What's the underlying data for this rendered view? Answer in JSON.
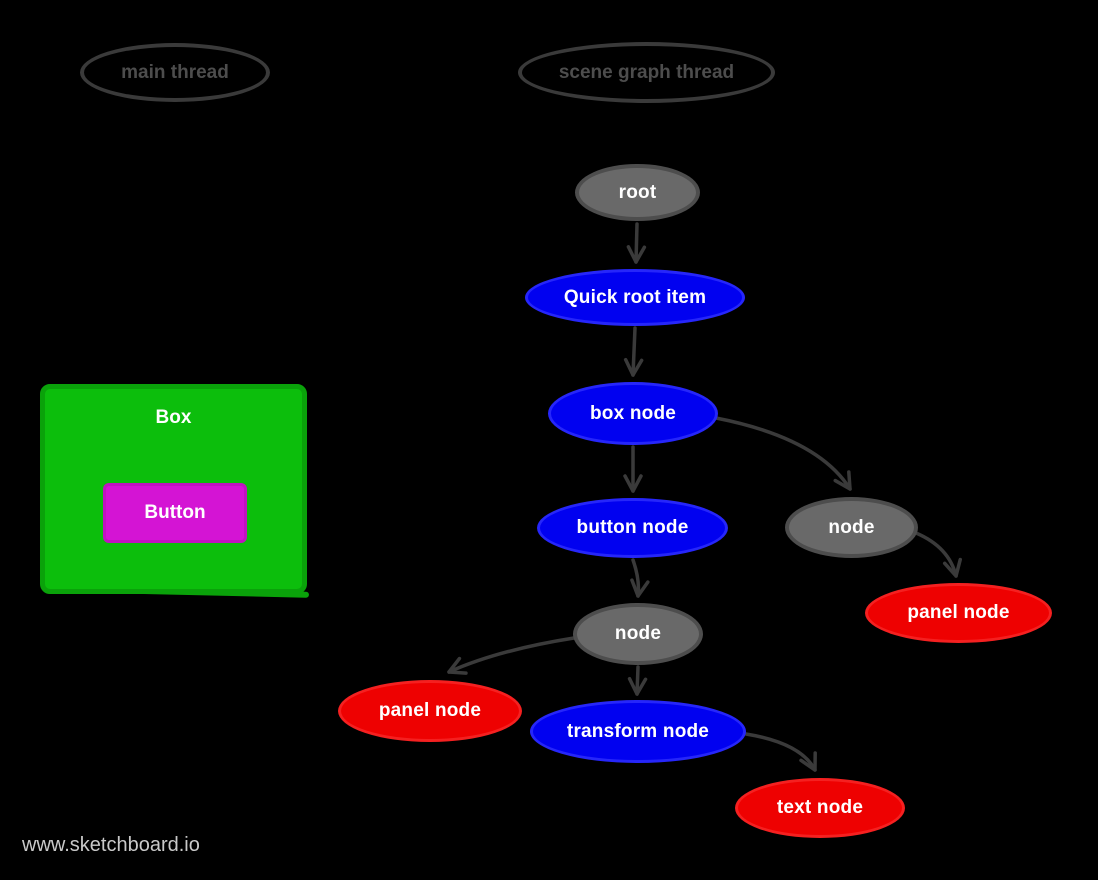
{
  "canvas": {
    "background": "#000000",
    "watermark": "www.sketchboard.io"
  },
  "threads": {
    "main": {
      "label": "main thread"
    },
    "scene_graph": {
      "label": "scene graph thread"
    }
  },
  "ui_preview": {
    "box": {
      "label": "Box",
      "fill": "#0cbe0c",
      "border": "#0aa20a"
    },
    "button": {
      "label": "Button",
      "fill": "#d414d4",
      "border": "#c013c0"
    }
  },
  "graph": {
    "edge_color": "#3a3a3a",
    "nodes": [
      {
        "id": "root",
        "label": "root",
        "color": "gray",
        "fill": "#696969"
      },
      {
        "id": "quick-root-item",
        "label": "Quick root item",
        "color": "blue",
        "fill": "#0101f0"
      },
      {
        "id": "box-node",
        "label": "box node",
        "color": "blue",
        "fill": "#0101f0"
      },
      {
        "id": "button-node",
        "label": "button node",
        "color": "blue",
        "fill": "#0101f0"
      },
      {
        "id": "node-mid",
        "label": "node",
        "color": "gray",
        "fill": "#696969"
      },
      {
        "id": "panel-node-left",
        "label": "panel node",
        "color": "red",
        "fill": "#ee0101"
      },
      {
        "id": "transform-node",
        "label": "transform node",
        "color": "blue",
        "fill": "#0101f0"
      },
      {
        "id": "text-node",
        "label": "text node",
        "color": "red",
        "fill": "#ee0101"
      },
      {
        "id": "node-right",
        "label": "node",
        "color": "gray",
        "fill": "#696969"
      },
      {
        "id": "panel-node-right",
        "label": "panel node",
        "color": "red",
        "fill": "#ee0101"
      }
    ],
    "edges": [
      {
        "from": "root",
        "to": "quick-root-item"
      },
      {
        "from": "quick-root-item",
        "to": "box-node"
      },
      {
        "from": "box-node",
        "to": "button-node"
      },
      {
        "from": "box-node",
        "to": "node-right"
      },
      {
        "from": "button-node",
        "to": "node-mid"
      },
      {
        "from": "node-mid",
        "to": "panel-node-left"
      },
      {
        "from": "node-mid",
        "to": "transform-node"
      },
      {
        "from": "transform-node",
        "to": "text-node"
      },
      {
        "from": "node-right",
        "to": "panel-node-right"
      }
    ]
  }
}
